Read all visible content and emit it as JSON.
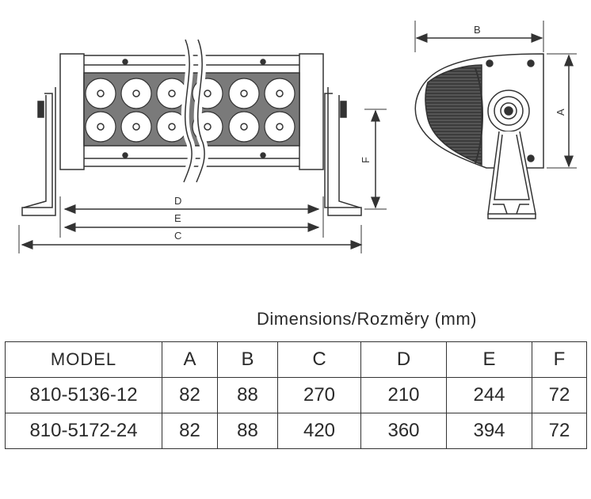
{
  "drawing": {
    "front_view": {
      "labels": {
        "d": "D",
        "e": "E",
        "c": "C",
        "f": "F"
      }
    },
    "side_view": {
      "labels": {
        "b": "B",
        "a": "A"
      }
    }
  },
  "caption": "Dimensions/Rozměry (mm)",
  "table": {
    "headers": [
      "MODEL",
      "A",
      "B",
      "C",
      "D",
      "E",
      "F"
    ],
    "rows": [
      [
        "810-5136-12",
        "82",
        "88",
        "270",
        "210",
        "244",
        "72"
      ],
      [
        "810-5172-24",
        "82",
        "88",
        "420",
        "360",
        "394",
        "72"
      ]
    ]
  }
}
